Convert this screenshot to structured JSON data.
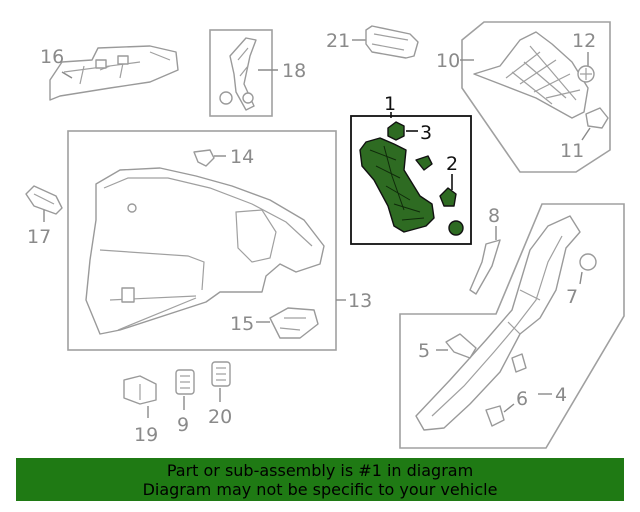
{
  "callouts": {
    "c1": "1",
    "c2": "2",
    "c3": "3",
    "c4": "4",
    "c5": "5",
    "c6": "6",
    "c7": "7",
    "c8": "8",
    "c9": "9",
    "c10": "10",
    "c11": "11",
    "c12": "12",
    "c13": "13",
    "c14": "14",
    "c15": "15",
    "c16": "16",
    "c17": "17",
    "c18": "18",
    "c19": "19",
    "c20": "20",
    "c21": "21"
  },
  "highlight_callout": "1",
  "colors": {
    "highlight_part": "#2e6b22",
    "banner_background": "#1f7a14",
    "callout_gray": "#8a8a8a",
    "callout_highlight": "#111111"
  },
  "banner": {
    "line1": "Part or sub-assembly is #1 in diagram",
    "line2": "Diagram may not be specific to your vehicle"
  }
}
